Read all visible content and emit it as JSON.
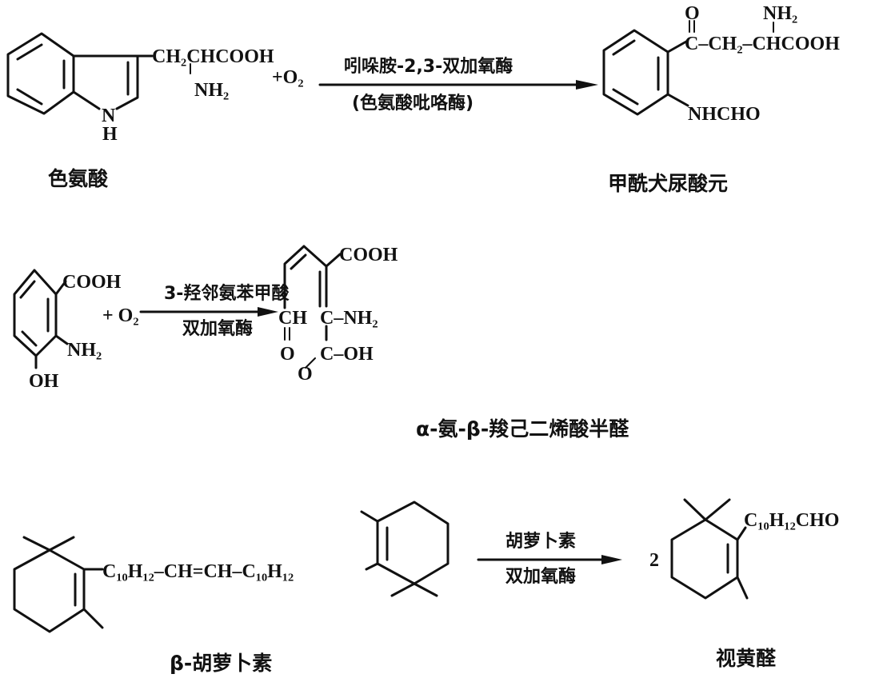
{
  "reaction1": {
    "reactant_name": "色氨酸",
    "reactant_sidechain": "CH₂CHCOOH",
    "reactant_amine": "NH₂",
    "ring_n": "N",
    "ring_h": "H",
    "plus_o2": "+O₂",
    "enzyme_top": "吲哚胺-2,3-双加氧酶",
    "enzyme_bottom": "(色氨酸吡咯酶)",
    "product_carbonyl_o": "O",
    "product_chain": "C–CH₂–CHCOOH",
    "product_amine": "NH₂",
    "product_nhcho": "NHCHO",
    "product_name": "甲酰犬尿酸元"
  },
  "reaction2": {
    "reactant_cooh": "COOH",
    "reactant_nh2": "NH₂",
    "reactant_oh": "OH",
    "plus_o2": "+ O₂",
    "enzyme_top": "3-羟邻氨苯甲酸",
    "enzyme_bottom": "双加氧酶",
    "product_cooh": "COOH",
    "product_ch": "CH",
    "product_o1": "O",
    "product_cnh2": "C–NH₂",
    "product_coh": "C–OH",
    "product_o2": "O",
    "product_name": "α-氨-β-羧己二烯酸半醛"
  },
  "reaction3": {
    "reactant_chain": "C₁₀H₁₂–CH=CH–C₁₀H₁₂",
    "enzyme_top": "胡萝卜素",
    "enzyme_bottom": "双加氧酶",
    "coefficient": "2",
    "product_chain": "C₁₀H₁₂CHO",
    "reactant_name": "β-胡萝卜素",
    "product_name": "视黄醛"
  }
}
